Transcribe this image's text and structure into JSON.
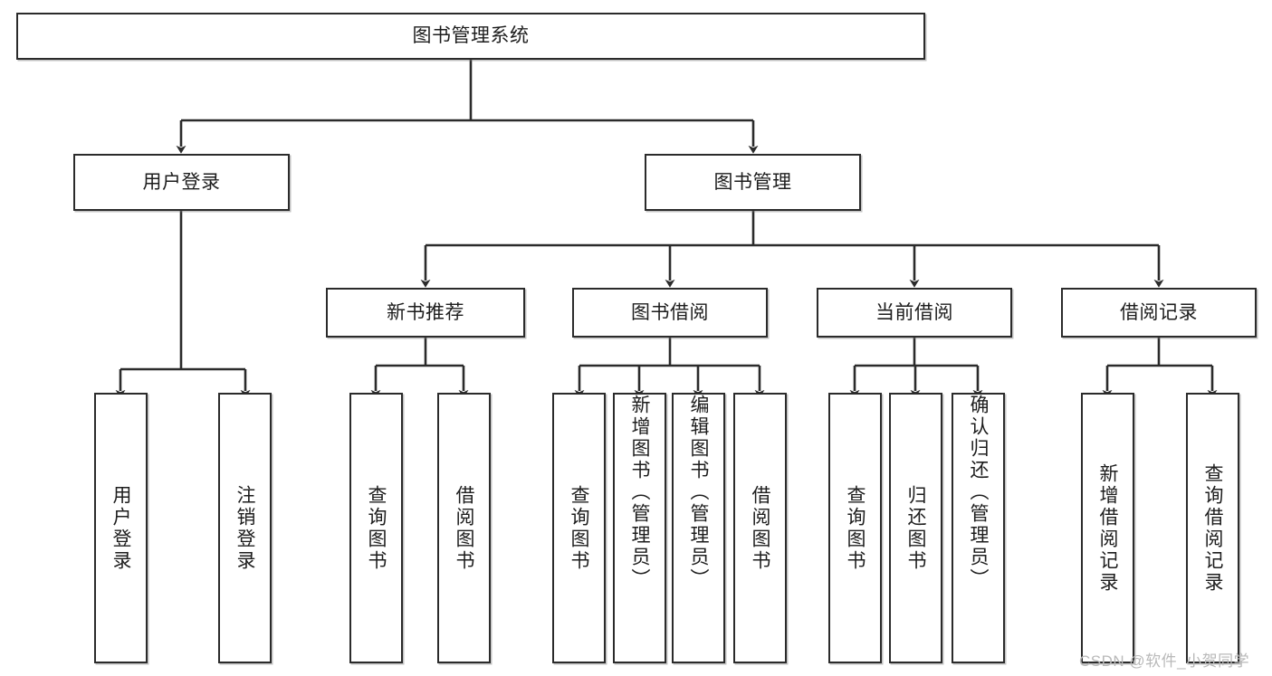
{
  "diagram": {
    "type": "tree-hierarchy",
    "title": "图书管理系统",
    "stroke_color": "#2b2b2b",
    "background_color": "#ffffff",
    "watermark": "CSDN @软件_小贺同学",
    "levels": [
      {
        "level": 1,
        "nodes": [
          {
            "id": "root",
            "label": "图书管理系统"
          }
        ]
      },
      {
        "level": 2,
        "nodes": [
          {
            "id": "user-login",
            "label": "用户登录",
            "parent": "root"
          },
          {
            "id": "book-manage",
            "label": "图书管理",
            "parent": "root"
          }
        ]
      },
      {
        "level": 3,
        "nodes": [
          {
            "id": "new-book-rec",
            "label": "新书推荐",
            "parent": "book-manage"
          },
          {
            "id": "book-borrow",
            "label": "图书借阅",
            "parent": "book-manage"
          },
          {
            "id": "current-borrow",
            "label": "当前借阅",
            "parent": "book-manage"
          },
          {
            "id": "borrow-record",
            "label": "借阅记录",
            "parent": "book-manage"
          }
        ]
      },
      {
        "level": 4,
        "nodes": [
          {
            "id": "leaf-user-login",
            "label": "用户登录",
            "parent": "user-login"
          },
          {
            "id": "leaf-logout",
            "label": "注销登录",
            "parent": "user-login"
          },
          {
            "id": "leaf-query-book-1",
            "label": "查询图书",
            "parent": "new-book-rec"
          },
          {
            "id": "leaf-borrow-book-1",
            "label": "借阅图书",
            "parent": "new-book-rec"
          },
          {
            "id": "leaf-query-book-2",
            "label": "查询图书",
            "parent": "book-borrow"
          },
          {
            "id": "leaf-add-book",
            "label": "新增图书（管理员）",
            "parent": "book-borrow"
          },
          {
            "id": "leaf-edit-book",
            "label": "编辑图书（管理员）",
            "parent": "book-borrow"
          },
          {
            "id": "leaf-borrow-book-2",
            "label": "借阅图书",
            "parent": "book-borrow"
          },
          {
            "id": "leaf-query-book-3",
            "label": "查询图书",
            "parent": "current-borrow"
          },
          {
            "id": "leaf-return-book",
            "label": "归还图书",
            "parent": "current-borrow"
          },
          {
            "id": "leaf-confirm-return",
            "label": "确认归还（管理员）",
            "parent": "current-borrow"
          },
          {
            "id": "leaf-add-record",
            "label": "新增借阅记录",
            "parent": "borrow-record"
          },
          {
            "id": "leaf-query-record",
            "label": "查询借阅记录",
            "parent": "borrow-record"
          }
        ]
      }
    ]
  }
}
